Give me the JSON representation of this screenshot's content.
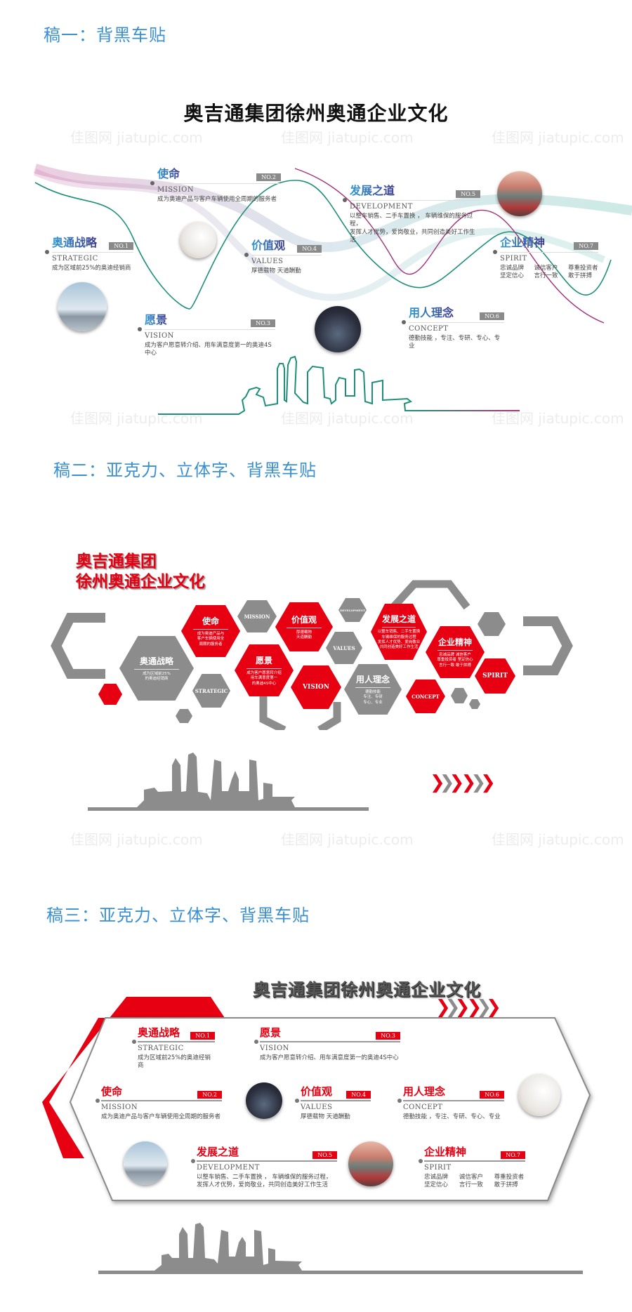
{
  "watermark": "佳图网 jiatupic.com",
  "drafts": [
    {
      "title": "稿一：背黑车贴"
    },
    {
      "title": "稿二：亚克力、立体字、背黑车贴"
    },
    {
      "title": "稿三：亚克力、立体字、背黑车贴"
    }
  ],
  "draft1": {
    "main_title": "奥吉通集团徐州奥通企业文化",
    "items": [
      {
        "zh": "奥通战略",
        "no": "NO.1",
        "en": "STRATEGIC",
        "desc": "成为区域前25%的奥迪经销商"
      },
      {
        "zh": "使命",
        "no": "NO.2",
        "en": "MISSION",
        "desc": "成为奥迪产品与客户车辆使用全周期的服务者"
      },
      {
        "zh": "愿景",
        "no": "NO.3",
        "en": "VISION",
        "desc": "成为客户愿意转介绍、用车满意度第一的奥迪4S中心"
      },
      {
        "zh": "价值观",
        "no": "NO.4",
        "en": "VALUES",
        "desc": "厚德载物  天道酬勤"
      },
      {
        "zh": "发展之道",
        "no": "NO.5",
        "en": "DEVELOPMENT",
        "desc": "以整车销售、二手车置换 ， 车辆维保的服务过程，",
        "desc2": "发挥人才优势，爱岗敬业，共同创造美好工作生活"
      },
      {
        "zh": "用人理念",
        "no": "NO.6",
        "en": "CONCEPT",
        "desc": "德勤技能 ，专注、专研、专心、专业"
      },
      {
        "zh": "企业精神",
        "no": "NO.7",
        "en": "SPIRIT",
        "spirit": [
          "忠诚品牌",
          "诚信客户",
          "尊重投资者",
          "坚定信心",
          "言行一致",
          "敢于拼搏"
        ]
      }
    ]
  },
  "draft2": {
    "title_line1": "奥吉通集团",
    "title_line2": "徐州奥通企业文化",
    "hexes": {
      "strategic": {
        "zh": "奥通战略",
        "desc": "成为区域前25%\n的奥迪经销商"
      },
      "strategic_en": "STRATEGIC",
      "mission": {
        "zh": "使命",
        "desc": "成为奥迪产品与\n客户车辆使用全\n周期的服务者"
      },
      "mission_en": "MISSION",
      "vision": {
        "zh": "愿景",
        "desc": "成为客户愿意转介绍\n用车满意度第一\n的奥迪4S中心"
      },
      "vision_en": "VISION",
      "values": {
        "zh": "价值观",
        "desc": "厚德载物\n天道酬勤"
      },
      "values_en": "VALUES",
      "development": {
        "zh": "发展之道",
        "desc": "以整车销售、二手车置换\n车辆维保的服务过程\n发挥人才优势、爱岗敬业\n共同创造美好工作生活"
      },
      "development_en": "DEVELOPMENT",
      "concept": {
        "zh": "用人理念",
        "desc": "德勤技能\n专注、专研\n专心、专业"
      },
      "concept_en": "CONCEPT",
      "spirit": {
        "zh": "企业精神",
        "desc": "忠诚品牌 诚信客户\n尊重投资者 坚定信心\n言行一致 敢于拼搏"
      },
      "spirit_en": "SPIRIT"
    }
  },
  "draft3": {
    "main_title": "奥吉通集团徐州奥通企业文化",
    "items": [
      {
        "zh": "奥通战略",
        "no": "NO.1",
        "en": "STRATEGIC",
        "desc": "成为区域前25%的奥迪经销商"
      },
      {
        "zh": "使命",
        "no": "NO.2",
        "en": "MISSION",
        "desc": "成为奥迪产品与客户车辆使用全周期的服务者"
      },
      {
        "zh": "愿景",
        "no": "NO.3",
        "en": "VISION",
        "desc": "成为客户愿意转介绍、用车满意度第一的奥迪4S中心"
      },
      {
        "zh": "价值观",
        "no": "NO.4",
        "en": "VALUES",
        "desc": "厚德载物  天道酬勤"
      },
      {
        "zh": "发展之道",
        "no": "NO.5",
        "en": "DEVELOPMENT",
        "desc": "以整车销售、二手车置换 ， 车辆维保的服务过程，",
        "desc2": "发挥人才优势，爱岗敬业，共同创造美好工作生活"
      },
      {
        "zh": "用人理念",
        "no": "NO.6",
        "en": "CONCEPT",
        "desc": "德勤技能 ，专注、专研、专心、专业"
      },
      {
        "zh": "企业精神",
        "no": "NO.7",
        "en": "SPIRIT",
        "spirit": [
          "忠诚品牌",
          "诚信客户",
          "尊重投资者",
          "坚定信心",
          "言行一致",
          "敢于拼搏"
        ]
      }
    ]
  },
  "colors": {
    "draft_title": "#3a8fd0",
    "brand_red": "#e60012",
    "gray": "#8c8c8c",
    "teal": "#1e8f7a",
    "magenta": "#a0307a"
  }
}
